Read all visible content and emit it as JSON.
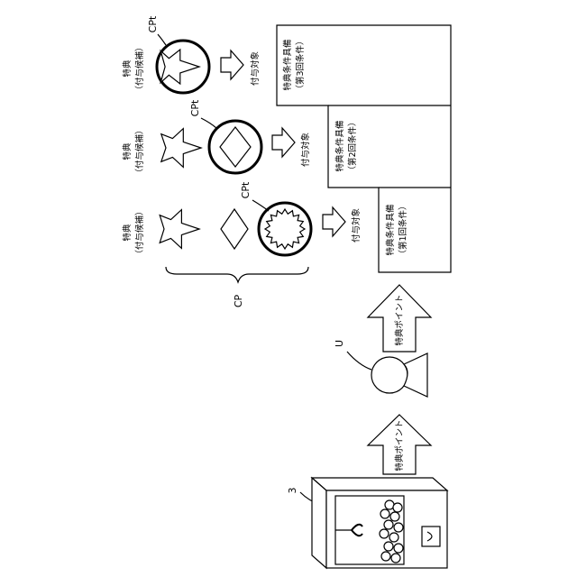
{
  "labels": {
    "bonus": "特典",
    "candidate": "（付与候補）",
    "target": "付与対象",
    "cpt": "CPt",
    "cp": "CP",
    "user": "U",
    "machine_ref": "3",
    "bonus_point": "特典ポイント"
  },
  "conditions": [
    {
      "main": "特典条件具備",
      "sub": "（第1回条件）"
    },
    {
      "main": "特典条件具備",
      "sub": "（第2回条件）"
    },
    {
      "main": "特典条件具備",
      "sub": "（第3回条件）"
    }
  ]
}
